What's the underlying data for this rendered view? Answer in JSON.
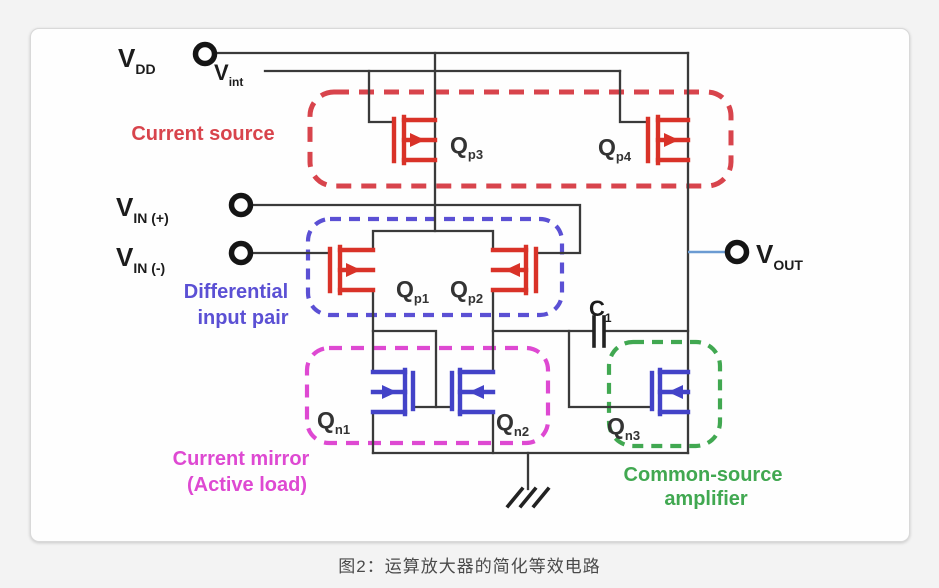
{
  "figure": {
    "caption": "图2：运算放大器的简化等效电路"
  },
  "colors": {
    "wire": "#3a3a3a",
    "pmos": "#d93228",
    "nmos": "#4343c8",
    "box-red": "#d8444c",
    "box-blue": "#5b50d4",
    "box-magenta": "#de49d2",
    "box-green": "#41a851",
    "vout-wire": "#6b9bd2",
    "ink": "#222222",
    "caption": "#4a4a4a"
  },
  "terminals": {
    "vdd": {
      "prefix": "V",
      "sub": "DD"
    },
    "vint": {
      "prefix": "V",
      "sub": "int"
    },
    "vin_plus": {
      "prefix": "V",
      "sub": "IN (+)"
    },
    "vin_minus": {
      "prefix": "V",
      "sub": "IN (-)"
    },
    "vout": {
      "prefix": "V",
      "sub": "OUT"
    }
  },
  "components": {
    "qp1": {
      "prefix": "Q",
      "sub": "p1"
    },
    "qp2": {
      "prefix": "Q",
      "sub": "p2"
    },
    "qp3": {
      "prefix": "Q",
      "sub": "p3"
    },
    "qp4": {
      "prefix": "Q",
      "sub": "p4"
    },
    "qn1": {
      "prefix": "Q",
      "sub": "n1"
    },
    "qn2": {
      "prefix": "Q",
      "sub": "n2"
    },
    "qn3": {
      "prefix": "Q",
      "sub": "n3"
    },
    "c1": {
      "prefix": "C",
      "sub": "1"
    }
  },
  "regions": {
    "current_source": {
      "label": "Current source"
    },
    "differential_pair": {
      "line1": "Differential",
      "line2": "input pair"
    },
    "current_mirror": {
      "line1": "Current mirror",
      "line2": "(Active load)"
    },
    "common_source": {
      "line1": "Common-source",
      "line2": "amplifier"
    }
  }
}
